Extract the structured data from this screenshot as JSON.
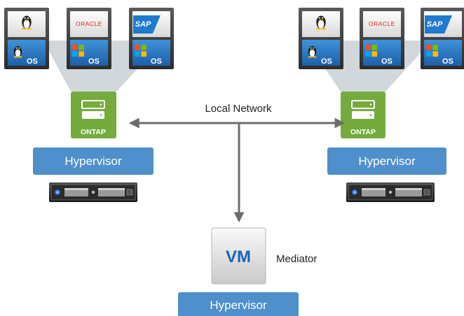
{
  "labels": {
    "local_network": "Local Network",
    "mediator": "Mediator",
    "hypervisor": "Hypervisor",
    "ontap": "ONTAP",
    "vm": "VM",
    "os": "OS"
  },
  "app_logos": {
    "oracle": "ORACLE",
    "sap": "SAP"
  },
  "icons": [
    "linux-penguin-icon",
    "windows-logo-icon",
    "ontap-storage-icon",
    "server-rack-icon",
    "arrow-icon"
  ],
  "colors": {
    "hypervisor": "#4f8fcc",
    "ontap": "#74ab3c",
    "vm_text": "#1b63b5",
    "connector": "#6d6d6d",
    "cone": "#cfd4d8",
    "oracle": "#e2231a",
    "sap": "#1e7bcf"
  }
}
